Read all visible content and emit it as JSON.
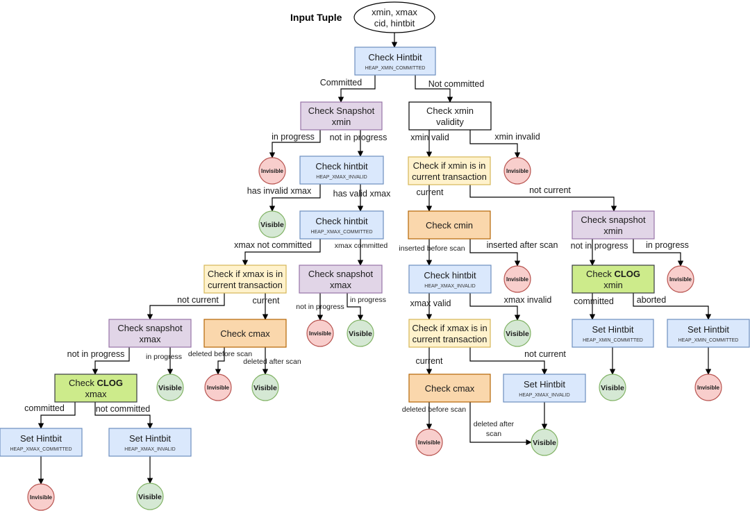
{
  "title": "Input Tuple",
  "colors": {
    "blue": {
      "fill": "#dae8fc",
      "stroke": "#6c8ebf"
    },
    "purple": {
      "fill": "#e1d5e7",
      "stroke": "#9673a6"
    },
    "white": {
      "fill": "#ffffff",
      "stroke": "#000000"
    },
    "yellow": {
      "fill": "#fff2cc",
      "stroke": "#d6b656"
    },
    "orange": {
      "fill": "#fad7ac",
      "stroke": "#b46504"
    },
    "green": {
      "fill": "#d5e8d4",
      "stroke": "#82b366"
    },
    "lime": {
      "fill": "#cdeb8b",
      "stroke": "#36393d"
    },
    "red": {
      "fill": "#f8cecc",
      "stroke": "#b85450"
    }
  },
  "nodes": {
    "input": {
      "lines": [
        "xmin, xmax",
        "cid, hintbit"
      ]
    },
    "n1": {
      "lines": [
        "Check Hintbit"
      ],
      "sub": "HEAP_XMIN_COMMITTED"
    },
    "n2": {
      "lines": [
        "Check Snapshot",
        "xmin"
      ]
    },
    "n3": {
      "lines": [
        "Check xmin",
        "validity"
      ]
    },
    "v1": {
      "label": "Invisible"
    },
    "n4": {
      "lines": [
        "Check hintbit"
      ],
      "sub": "HEAP_XMAX_INVALID"
    },
    "n5": {
      "lines": [
        "Check if xmin is in",
        "current transaction"
      ]
    },
    "v2": {
      "label": "Invisible"
    },
    "v3": {
      "label": "Visible"
    },
    "n6": {
      "lines": [
        "Check hintbit"
      ],
      "sub": "HEAP_XMAX_COMMITTED"
    },
    "n7": {
      "lines": [
        "Check cmin"
      ]
    },
    "n8": {
      "lines": [
        "Check snapshot",
        "xmin"
      ]
    },
    "n9": {
      "lines": [
        "Check if xmax is in",
        "current transaction"
      ]
    },
    "n10": {
      "lines": [
        "Check snapshot",
        "xmax"
      ]
    },
    "n11": {
      "lines": [
        "Check hintbit"
      ],
      "sub": "HEAP_XMAX_INVALID"
    },
    "v4": {
      "label": "Invisible"
    },
    "n12": {
      "rich": [
        "Check ",
        "CLOG"
      ],
      "line2": "xmin"
    },
    "v5": {
      "label": "Invisible"
    },
    "n13": {
      "lines": [
        "Check snapshot",
        "xmax"
      ]
    },
    "n14": {
      "lines": [
        "Check cmax"
      ]
    },
    "v6": {
      "label": "Invisible"
    },
    "v7": {
      "label": "Visible"
    },
    "n15": {
      "lines": [
        "Check if xmax is in",
        "current transaction"
      ]
    },
    "v8": {
      "label": "Visible"
    },
    "n16": {
      "lines": [
        "Set Hintbit"
      ],
      "sub": "HEAP_XMIN_COMMITTED"
    },
    "n17": {
      "lines": [
        "Set Hintbit"
      ],
      "sub": "HEAP_XMIN_COMMITTED"
    },
    "n18": {
      "rich": [
        "Check ",
        "CLOG"
      ],
      "line2": "xmax"
    },
    "v9": {
      "label": "Visible"
    },
    "v10": {
      "label": "Invisible"
    },
    "v11": {
      "label": "Visible"
    },
    "n19": {
      "lines": [
        "Check cmax"
      ]
    },
    "n20": {
      "lines": [
        "Set Hintbit"
      ],
      "sub": "HEAP_XMAX_INVALID"
    },
    "v12": {
      "label": "Visible"
    },
    "v13": {
      "label": "Invisible"
    },
    "n21": {
      "lines": [
        "Set Hintbit"
      ],
      "sub": "HEAP_XMAX_COMMITTED"
    },
    "n22": {
      "lines": [
        "Set Hintbit"
      ],
      "sub": "HEAP_XMAX_INVALID"
    },
    "v14": {
      "label": "Invisible"
    },
    "v15": {
      "label": "Visible"
    },
    "v16": {
      "label": "Invisible"
    },
    "v17": {
      "label": "Visible"
    }
  },
  "edge_labels": {
    "committed_1": "Committed",
    "not_committed_1": "Not committed",
    "in_progress_1": "in progress",
    "not_in_progress_1": "not in progress",
    "xmin_valid": "xmin valid",
    "xmin_invalid": "xmin invalid",
    "has_invalid_xmax": "has invalid xmax",
    "has_valid_xmax": "has valid xmax",
    "current_1": "current",
    "not_current_1": "not current",
    "xmax_not_committed": "xmax not committed",
    "xmax_committed": "xmax committed",
    "inserted_before_scan": "inserted before scan",
    "inserted_after_scan": "inserted after scan",
    "not_in_progress_2": "not in progress",
    "in_progress_2": "in progress",
    "not_current_2": "not current",
    "current_2": "current",
    "not_in_progress_3": "not in progress",
    "in_progress_3": "in progress",
    "xmax_valid": "xmax valid",
    "xmax_invalid": "xmax invalid",
    "committed_2": "committed",
    "aborted": "aborted",
    "not_in_progress_4": "not in progress",
    "in_progress_4": "in progress",
    "deleted_before_scan_1": "deleted before scan",
    "deleted_after_scan_1": "deleted after scan",
    "current_3": "current",
    "not_current_3": "not current",
    "committed_3": "committed",
    "not_committed_2": "not committed",
    "deleted_before_scan_2": "deleted before scan",
    "deleted_after_scan_2a": "deleted after",
    "deleted_after_scan_2b": "scan"
  }
}
